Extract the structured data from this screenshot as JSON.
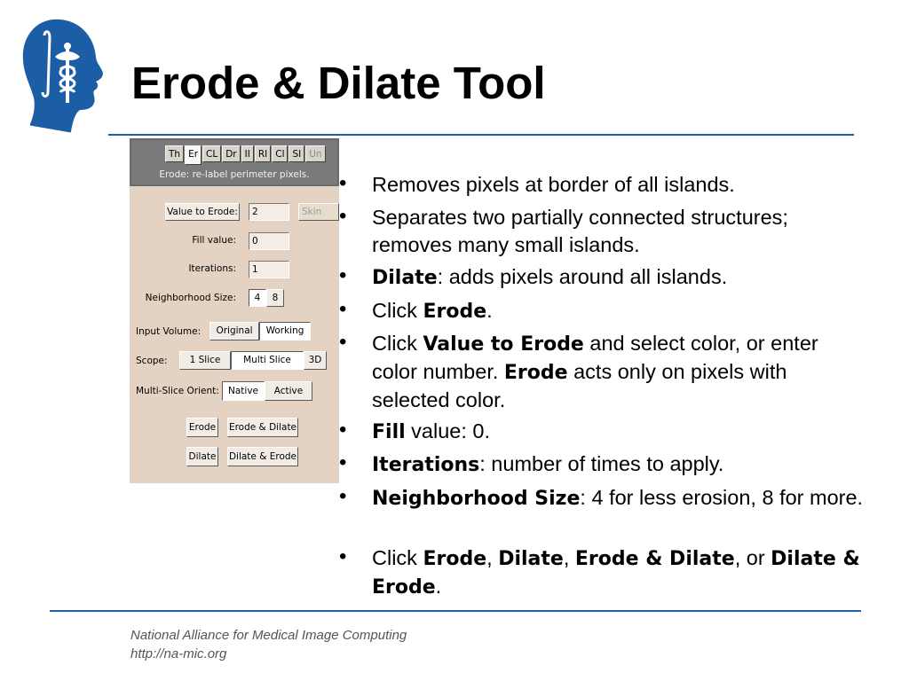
{
  "slide": {
    "title": "Erode & Dilate Tool",
    "footer_org": "National Alliance for Medical Image Computing",
    "footer_url": "http://na-mic.org"
  },
  "panel": {
    "tabs": [
      {
        "label": "Th",
        "state": "normal"
      },
      {
        "label": "Er",
        "state": "active"
      },
      {
        "label": "CL",
        "state": "normal"
      },
      {
        "label": "Dr",
        "state": "normal"
      },
      {
        "label": "II",
        "state": "normal"
      },
      {
        "label": "RI",
        "state": "normal"
      },
      {
        "label": "Cl",
        "state": "normal"
      },
      {
        "label": "SI",
        "state": "normal"
      },
      {
        "label": "Un",
        "state": "disabled"
      }
    ],
    "description": "Erode: re-label perimeter pixels.",
    "value_to_erode_button": "Value to Erode:",
    "value_to_erode": "2",
    "value_to_erode_name": "Skin",
    "fill_value_label": "Fill value:",
    "fill_value": "0",
    "iterations_label": "Iterations:",
    "iterations": "1",
    "neighborhood_label": "Neighborhood Size:",
    "neighborhood_options": [
      "4",
      "8"
    ],
    "input_volume_label": "Input Volume:",
    "input_volume_options": [
      "Original",
      "Working"
    ],
    "scope_label": "Scope:",
    "scope_options": [
      "1 Slice",
      "Multi Slice",
      "3D"
    ],
    "orient_label": "Multi-Slice Orient:",
    "orient_options": [
      "Native",
      "Active"
    ],
    "actions": {
      "erode": "Erode",
      "erode_dilate": "Erode & Dilate",
      "dilate": "Dilate",
      "dilate_erode": "Dilate & Erode"
    }
  },
  "bullets": [
    {
      "dot": "•",
      "parts": [
        {
          "t": "Removes pixels at border of all islands."
        }
      ]
    },
    {
      "dot": "•",
      "parts": [
        {
          "t": "Separates two partially connected structures; removes many small islands."
        }
      ]
    },
    {
      "dot": "•",
      "parts": [
        {
          "t": "Dilate",
          "b": true
        },
        {
          "t": ": adds pixels around all islands."
        }
      ]
    },
    {
      "dot": "•",
      "parts": [
        {
          "t": "Click "
        },
        {
          "t": "Erode",
          "b": true
        },
        {
          "t": "."
        }
      ]
    },
    {
      "dot": "•",
      "parts": [
        {
          "t": "Click "
        },
        {
          "t": "Value to Erode",
          "b": true
        },
        {
          "t": " and select color, or enter color number. "
        },
        {
          "t": "Erode",
          "b": true
        },
        {
          "t": " acts only on pixels with selected color."
        }
      ]
    },
    {
      "dot": "•",
      "parts": [
        {
          "t": "Fill",
          "b": true
        },
        {
          "t": " value: 0."
        }
      ]
    },
    {
      "dot": "•",
      "parts": [
        {
          "t": "Iterations",
          "b": true
        },
        {
          "t": ": number of times to apply."
        }
      ]
    },
    {
      "dot": "•",
      "parts": [
        {
          "t": "Neighborhood Size",
          "b": true
        },
        {
          "t": ": 4 for less erosion, 8 for more."
        }
      ]
    },
    {
      "dot": "•",
      "parts": [
        {
          "t": "Click "
        },
        {
          "t": "Erode",
          "b": true
        },
        {
          "t": ", "
        },
        {
          "t": "Dilate",
          "b": true
        },
        {
          "t": ", "
        },
        {
          "t": "Erode & Dilate",
          "b": true
        },
        {
          "t": ", or "
        },
        {
          "t": "Dilate & Erode",
          "b": true
        },
        {
          "t": "."
        }
      ]
    }
  ],
  "colors": {
    "accent_rule": "#1c5fa8",
    "logo_blue": "#1b5ea6",
    "panel_bg": "#e4d3c2",
    "panel_header": "#7a7a7a"
  },
  "icons": {
    "logo": "head-with-caduceus-icon"
  }
}
